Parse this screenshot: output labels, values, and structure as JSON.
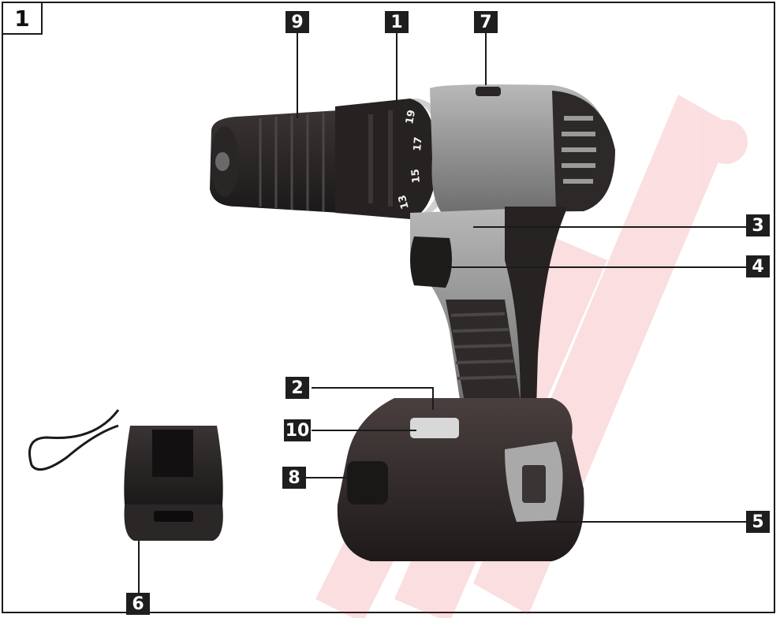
{
  "figure": {
    "number": "1"
  },
  "callouts": {
    "c1": "1",
    "c2": "2",
    "c3": "3",
    "c4": "4",
    "c5": "5",
    "c6": "6",
    "c7": "7",
    "c8": "8",
    "c9": "9",
    "c10": "10"
  },
  "chuck_scale": {
    "t13": "13",
    "t15": "15",
    "t17": "17",
    "t19": "19"
  },
  "colors": {
    "watermark": "#e11d2a",
    "callout_bg": "#1e1e1e",
    "body_gray": "#8c8c8c",
    "body_dark": "#2b2727"
  }
}
